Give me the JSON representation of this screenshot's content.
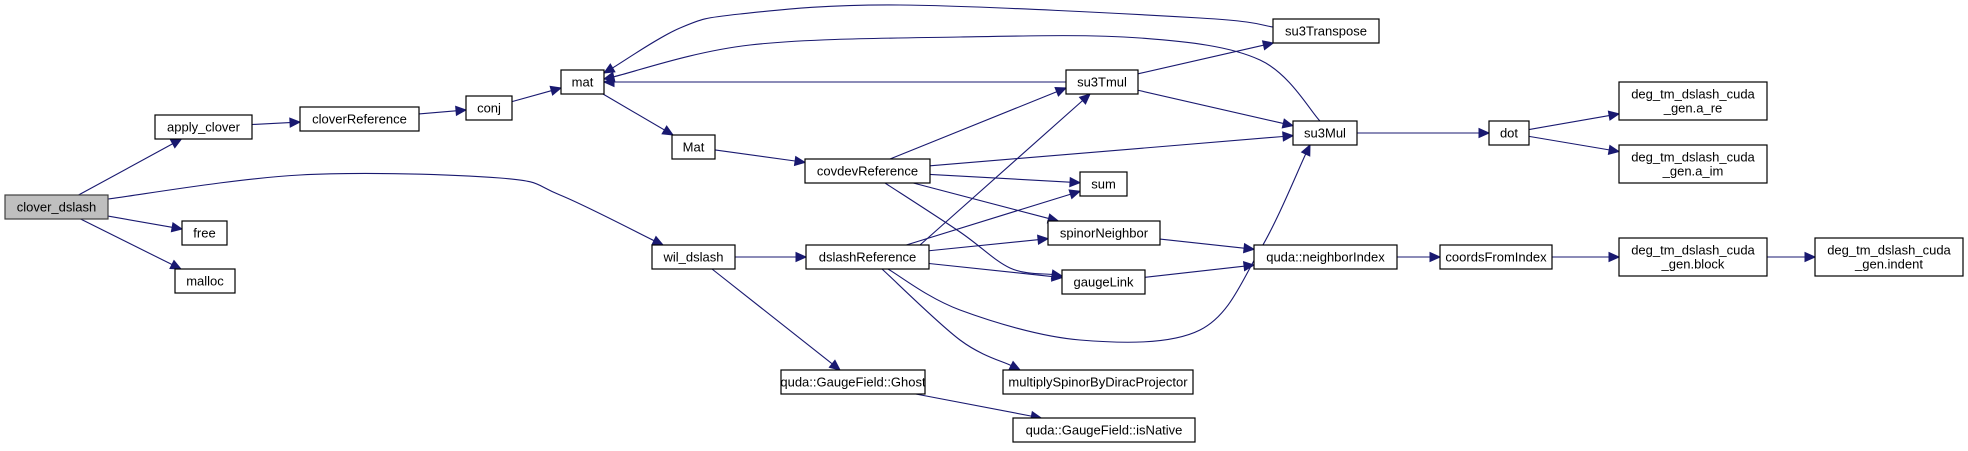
{
  "diagram": {
    "type": "call-graph",
    "colors": {
      "edge": "#191970",
      "root_fill": "#bfbfbf",
      "node_fill": "#ffffff",
      "node_border": "#000000"
    },
    "nodes": [
      {
        "id": "clover_dslash",
        "lines": [
          "clover_dslash"
        ],
        "root": true
      },
      {
        "id": "apply_clover",
        "lines": [
          "apply_clover"
        ]
      },
      {
        "id": "free",
        "lines": [
          "free"
        ]
      },
      {
        "id": "malloc",
        "lines": [
          "malloc"
        ]
      },
      {
        "id": "cloverReference",
        "lines": [
          "cloverReference"
        ]
      },
      {
        "id": "conj",
        "lines": [
          "conj"
        ]
      },
      {
        "id": "mat",
        "lines": [
          "mat"
        ]
      },
      {
        "id": "Mat",
        "lines": [
          "Mat"
        ]
      },
      {
        "id": "covdevReference",
        "lines": [
          "covdevReference"
        ]
      },
      {
        "id": "wil_dslash",
        "lines": [
          "wil_dslash"
        ]
      },
      {
        "id": "dslashReference",
        "lines": [
          "dslashReference"
        ]
      },
      {
        "id": "Ghost",
        "lines": [
          "quda::GaugeField::Ghost"
        ]
      },
      {
        "id": "isNative",
        "lines": [
          "quda::GaugeField::isNative"
        ]
      },
      {
        "id": "multiplySpinorByDiracProjector",
        "lines": [
          "multiplySpinorByDiracProjector"
        ]
      },
      {
        "id": "su3Tmul",
        "lines": [
          "su3Tmul"
        ]
      },
      {
        "id": "su3Transpose",
        "lines": [
          "su3Transpose"
        ]
      },
      {
        "id": "su3Mul",
        "lines": [
          "su3Mul"
        ]
      },
      {
        "id": "sum",
        "lines": [
          "sum"
        ]
      },
      {
        "id": "spinorNeighbor",
        "lines": [
          "spinorNeighbor"
        ]
      },
      {
        "id": "gaugeLink",
        "lines": [
          "gaugeLink"
        ]
      },
      {
        "id": "neighborIndex",
        "lines": [
          "quda::neighborIndex"
        ]
      },
      {
        "id": "coordsFromIndex",
        "lines": [
          "coordsFromIndex"
        ]
      },
      {
        "id": "dot",
        "lines": [
          "dot"
        ]
      },
      {
        "id": "a_re",
        "lines": [
          "deg_tm_dslash_cuda",
          "_gen.a_re"
        ]
      },
      {
        "id": "a_im",
        "lines": [
          "deg_tm_dslash_cuda",
          "_gen.a_im"
        ]
      },
      {
        "id": "block",
        "lines": [
          "deg_tm_dslash_cuda",
          "_gen.block"
        ]
      },
      {
        "id": "indent",
        "lines": [
          "deg_tm_dslash_cuda",
          "_gen.indent"
        ]
      }
    ],
    "edges": [
      {
        "from": "clover_dslash",
        "to": "apply_clover"
      },
      {
        "from": "clover_dslash",
        "to": "wil_dslash"
      },
      {
        "from": "clover_dslash",
        "to": "free"
      },
      {
        "from": "clover_dslash",
        "to": "malloc"
      },
      {
        "from": "apply_clover",
        "to": "cloverReference"
      },
      {
        "from": "cloverReference",
        "to": "conj"
      },
      {
        "from": "conj",
        "to": "mat"
      },
      {
        "from": "mat",
        "to": "Mat"
      },
      {
        "from": "Mat",
        "to": "covdevReference"
      },
      {
        "from": "covdevReference",
        "to": "su3Tmul"
      },
      {
        "from": "covdevReference",
        "to": "su3Mul"
      },
      {
        "from": "covdevReference",
        "to": "sum"
      },
      {
        "from": "covdevReference",
        "to": "spinorNeighbor"
      },
      {
        "from": "covdevReference",
        "to": "gaugeLink"
      },
      {
        "from": "wil_dslash",
        "to": "dslashReference"
      },
      {
        "from": "wil_dslash",
        "to": "Ghost"
      },
      {
        "from": "dslashReference",
        "to": "su3Tmul"
      },
      {
        "from": "dslashReference",
        "to": "sum"
      },
      {
        "from": "dslashReference",
        "to": "spinorNeighbor"
      },
      {
        "from": "dslashReference",
        "to": "gaugeLink"
      },
      {
        "from": "dslashReference",
        "to": "su3Mul"
      },
      {
        "from": "dslashReference",
        "to": "multiplySpinorByDiracProjector"
      },
      {
        "from": "Ghost",
        "to": "isNative"
      },
      {
        "from": "su3Tmul",
        "to": "mat"
      },
      {
        "from": "su3Tmul",
        "to": "su3Transpose"
      },
      {
        "from": "su3Tmul",
        "to": "su3Mul"
      },
      {
        "from": "su3Transpose",
        "to": "mat"
      },
      {
        "from": "su3Mul",
        "to": "mat"
      },
      {
        "from": "su3Mul",
        "to": "dot"
      },
      {
        "from": "spinorNeighbor",
        "to": "neighborIndex"
      },
      {
        "from": "gaugeLink",
        "to": "neighborIndex"
      },
      {
        "from": "neighborIndex",
        "to": "coordsFromIndex"
      },
      {
        "from": "coordsFromIndex",
        "to": "block"
      },
      {
        "from": "block",
        "to": "indent"
      },
      {
        "from": "dot",
        "to": "a_re"
      },
      {
        "from": "dot",
        "to": "a_im"
      }
    ]
  }
}
